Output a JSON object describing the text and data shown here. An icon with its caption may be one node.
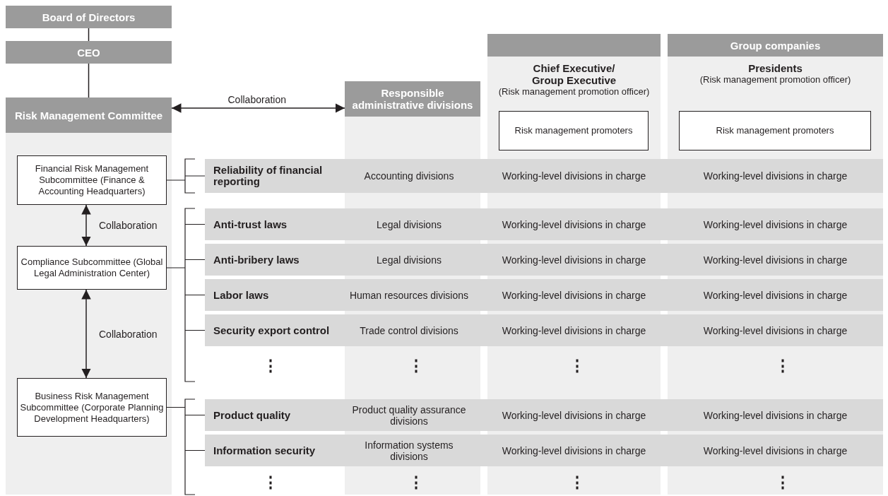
{
  "diagram": {
    "nodes": [
      {
        "text": [
          "Board of Directors"
        ]
      },
      {
        "text": [
          "CEO"
        ]
      },
      {
        "text": [
          "Risk Management Committee"
        ]
      },
      {
        "text": [
          "Financial Risk Management Subcommittee (Finance & Accounting Headquarters)"
        ],
        "in": 2
      },
      {
        "text": [
          "Compliance Subcommittee (Global Legal Administration Center)"
        ],
        "in": 2
      },
      {
        "text": [
          "Business Risk Management Subcommittee (Corporate Planning Development Headquarters)"
        ],
        "in": 2
      },
      {
        "text": [
          "Responsible administrative divisions"
        ]
      },
      {
        "text": [],
        "shape": "bar"
      },
      {
        "text": [
          "Chief Executive/ Group Executive",
          "(Risk management promotion officer)"
        ]
      },
      {
        "text": [
          "Risk management promoters"
        ],
        "in": 8
      },
      {
        "text": [
          "Group companies"
        ]
      },
      {
        "text": [
          "Presidents",
          "(Risk management promotion officer)"
        ]
      },
      {
        "text": [
          "Risk management promoters"
        ],
        "in": 11
      },
      {
        "text": [
          "Reliability of financial reporting",
          "Accounting divisions",
          "Working-level divisions in charge",
          "Working-level divisions in charge"
        ]
      },
      {
        "text": [
          "Anti-trust laws",
          "Legal divisions",
          "Working-level divisions in charge",
          "Working-level divisions in charge"
        ]
      },
      {
        "text": [
          "Anti-bribery laws",
          "Legal divisions",
          "Working-level divisions in charge",
          "Working-level divisions in charge"
        ]
      },
      {
        "text": [
          "Labor laws",
          "Human resources divisions",
          "Working-level divisions in charge",
          "Working-level divisions in charge"
        ]
      },
      {
        "text": [
          "Security export control",
          "Trade control divisions",
          "Working-level divisions in charge",
          "Working-level divisions in charge"
        ]
      },
      {
        "text": [
          "Product quality",
          "Product quality assurance divisions",
          "Working-level divisions in charge",
          "Working-level divisions in charge"
        ]
      },
      {
        "text": [
          "Information security",
          "Information systems divisions",
          "Working-level divisions in charge",
          "Working-level divisions in charge"
        ]
      }
    ],
    "edges": [
      {
        "from": 0,
        "to": 1,
        "arrow": "none"
      },
      {
        "from": 1,
        "to": 2,
        "arrow": "none"
      },
      {
        "from": 2,
        "to": 6,
        "arrow": "both",
        "label": "Collaboration"
      },
      {
        "from": 3,
        "to": 4,
        "arrow": "both",
        "label": "Collaboration"
      },
      {
        "from": 4,
        "to": 5,
        "arrow": "both",
        "label": "Collaboration"
      },
      {
        "from": 3,
        "to": 13,
        "arrow": "none"
      },
      {
        "from": 4,
        "to": 14,
        "arrow": "none"
      },
      {
        "from": 4,
        "to": 15,
        "arrow": "none"
      },
      {
        "from": 4,
        "to": 16,
        "arrow": "none"
      },
      {
        "from": 4,
        "to": 17,
        "arrow": "none"
      },
      {
        "from": 5,
        "to": 18,
        "arrow": "none"
      },
      {
        "from": 5,
        "to": 19,
        "arrow": "none"
      }
    ],
    "labels": [
      "⋮",
      "⋮",
      "⋮",
      "⋮",
      "⋮",
      "⋮",
      "⋮",
      "⋮"
    ]
  }
}
